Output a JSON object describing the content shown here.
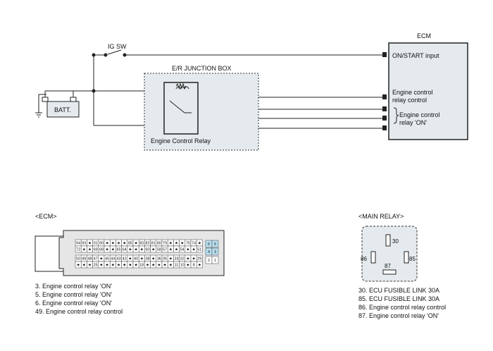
{
  "labels": {
    "ig_sw": "IG SW",
    "junction_box": "E/R JUNCTION BOX",
    "ecm": "ECM",
    "batt": "BATT.",
    "on_start_input": "ON/START input",
    "relay_control_line1": "Engine control",
    "relay_control_line2": "relay control",
    "relay_on_line1": "Engine control",
    "relay_on_line2": "relay 'ON'",
    "engine_control_relay": "Engine Control Relay"
  },
  "ecm_connector": {
    "title": "<ECM>",
    "rows": [
      [
        "94",
        "93",
        "★",
        "91",
        "90",
        "★",
        "★",
        "★",
        "★",
        "85",
        "★",
        "83",
        "82",
        "81",
        "80",
        "79",
        "★",
        "★",
        "★",
        "75",
        "74",
        "★"
      ],
      [
        "72",
        "★",
        "★",
        "69",
        "68",
        "★",
        "★",
        "65",
        "64",
        "★",
        "★",
        "★",
        "60",
        "★",
        "58",
        "57",
        "★",
        "★",
        "54",
        "★",
        "★",
        "51"
      ],
      [
        "50",
        "49",
        "48",
        "47",
        "★",
        "45",
        "44",
        "43",
        "42",
        "★",
        "40",
        "★",
        "38",
        "★",
        "36",
        "35",
        "★",
        "33",
        "32",
        "★",
        "★",
        "29"
      ],
      [
        "★",
        "★",
        "★",
        "25",
        "★",
        "★",
        "★",
        "★",
        "★",
        "★",
        "★",
        "18",
        "★",
        "★",
        "★",
        "★",
        "★",
        "11",
        "10",
        "★",
        "8",
        "★"
      ]
    ],
    "side_pins": [
      [
        "6",
        "5"
      ],
      [
        "4",
        "3"
      ],
      [
        "2",
        "1"
      ]
    ],
    "legend": [
      "3. Engine control relay 'ON'",
      "5. Engine control relay 'ON'",
      "6. Engine control relay 'ON'",
      "49. Engine control relay control"
    ]
  },
  "main_relay": {
    "title": "<MAIN RELAY>",
    "pins": [
      "30",
      "86",
      "87",
      "85"
    ],
    "legend": [
      "30. ECU FUSIBLE LINK 30A",
      "85. ECU FUSIBLE LINK 30A",
      "86. Engine control relay control",
      "87. Engine control relay 'ON'"
    ]
  },
  "colors": {
    "line": "#222222",
    "box_fill": "#e4eaed",
    "connector_fill": "#e6e6e6",
    "pin_highlight": "#b9dff0"
  }
}
